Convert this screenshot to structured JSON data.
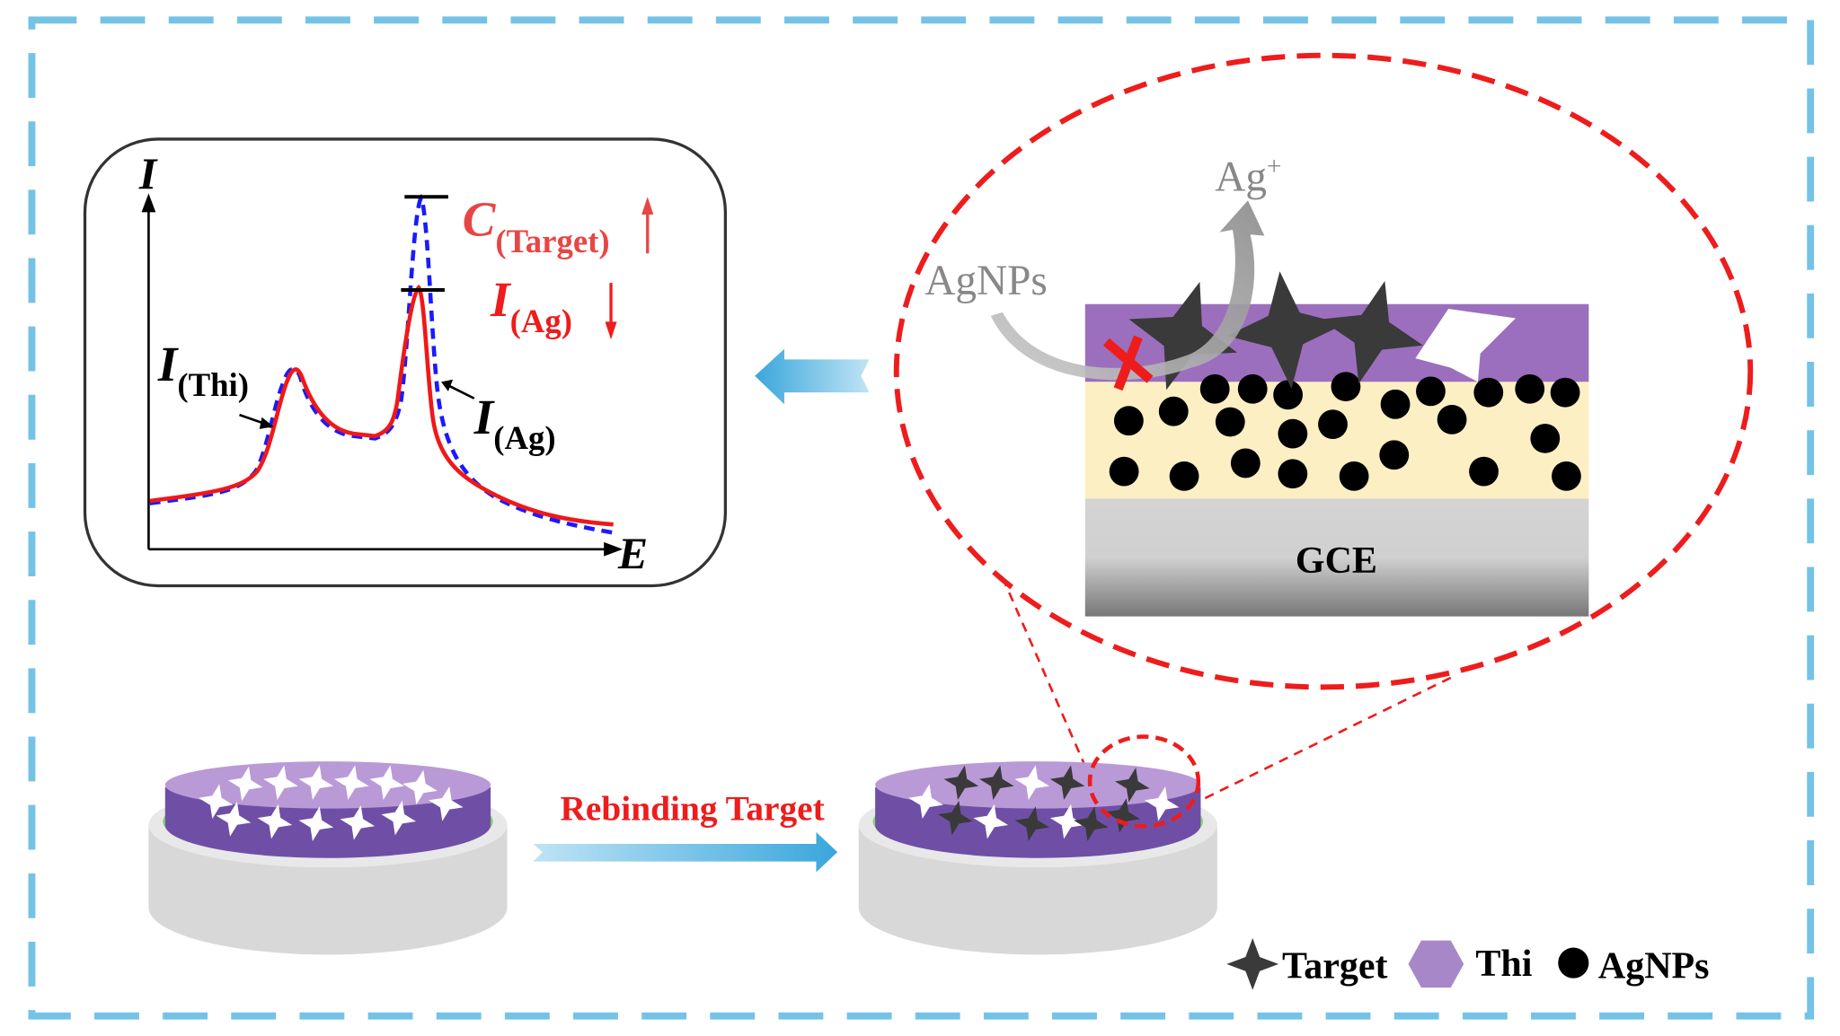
{
  "plot": {
    "y_axis_label": "I",
    "x_axis_label": "E",
    "conc_label_main": "C",
    "conc_label_sub": "(Target)",
    "current_change_main": "I",
    "current_change_sub": "(Ag)",
    "thi_peak_main": "I",
    "thi_peak_sub": "(Thi)",
    "ag_peak_main": "I",
    "ag_peak_sub": "(Ag)"
  },
  "zoom_view": {
    "ag_ion_main": "Ag",
    "ag_ion_sup": "+",
    "agnps_label": "AgNPs",
    "electrode_label": "GCE"
  },
  "process": {
    "step_label": "Rebinding Target"
  },
  "legend": {
    "items": [
      {
        "label": "Target",
        "icon": "four-point-star-icon"
      },
      {
        "label": "Thi",
        "icon": "hexagon-icon"
      },
      {
        "label": "AgNPs",
        "icon": "circle-icon"
      }
    ]
  },
  "colors": {
    "frame": "#74c3e6",
    "red": "#ee1c1c",
    "blue_dashed": "#1a1aff",
    "purple": "#9b6fbd",
    "cream": "#fdefc4",
    "target": "#3a3a3a",
    "label_red": "#e84545"
  }
}
